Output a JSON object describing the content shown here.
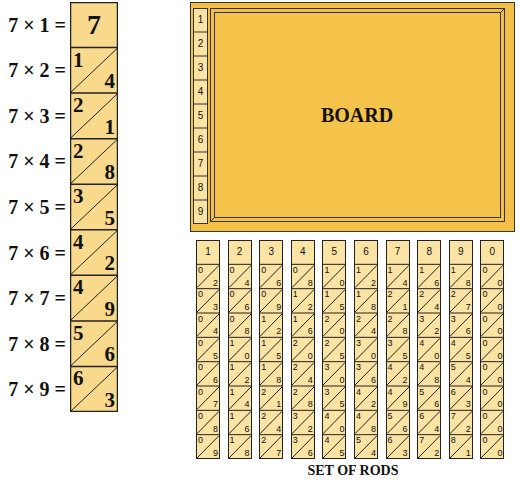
{
  "diagram": {
    "nodes": [
      {
        "text": [
          "7",
          "1",
          "4",
          "2",
          "1",
          "2",
          "8",
          "3",
          "5",
          "4",
          "2",
          "4",
          "9",
          "5",
          "6",
          "6",
          "3"
        ]
      },
      {
        "text": [
          "BOARD"
        ]
      },
      {
        "text": [
          "1",
          "2",
          "3",
          "4",
          "5",
          "6",
          "7",
          "8",
          "9"
        ],
        "in": 1
      },
      {
        "text": [
          "1",
          "0",
          "2",
          "0",
          "3",
          "0",
          "4",
          "0",
          "5",
          "0",
          "6",
          "0",
          "7",
          "0",
          "8",
          "0",
          "9"
        ]
      },
      {
        "text": [
          "2",
          "0",
          "4",
          "0",
          "6",
          "0",
          "8",
          "1",
          "0",
          "1",
          "2",
          "1",
          "4",
          "1",
          "6",
          "1",
          "8"
        ]
      },
      {
        "text": [
          "3",
          "0",
          "6",
          "0",
          "9",
          "1",
          "2",
          "1",
          "5",
          "1",
          "8",
          "2",
          "1",
          "2",
          "4",
          "2",
          "7"
        ]
      },
      {
        "text": [
          "4",
          "0",
          "8",
          "1",
          "2",
          "1",
          "6",
          "2",
          "0",
          "2",
          "4",
          "2",
          "8",
          "3",
          "2",
          "3",
          "6"
        ]
      },
      {
        "text": [
          "5",
          "1",
          "0",
          "1",
          "5",
          "2",
          "0",
          "2",
          "5",
          "3",
          "0",
          "3",
          "5",
          "4",
          "0",
          "4",
          "5"
        ]
      },
      {
        "text": [
          "6",
          "1",
          "2",
          "1",
          "8",
          "2",
          "4",
          "3",
          "0",
          "3",
          "6",
          "4",
          "2",
          "4",
          "8",
          "5",
          "4"
        ]
      },
      {
        "text": [
          "7",
          "1",
          "4",
          "2",
          "1",
          "2",
          "8",
          "3",
          "5",
          "4",
          "2",
          "4",
          "9",
          "5",
          "6",
          "6",
          "3"
        ]
      },
      {
        "text": [
          "8",
          "1",
          "6",
          "2",
          "4",
          "3",
          "2",
          "4",
          "0",
          "4",
          "8",
          "5",
          "6",
          "6",
          "4",
          "7",
          "2"
        ]
      },
      {
        "text": [
          "9",
          "1",
          "8",
          "2",
          "7",
          "3",
          "6",
          "4",
          "5",
          "5",
          "4",
          "6",
          "3",
          "7",
          "2",
          "8",
          "1"
        ]
      },
      {
        "text": [
          "0",
          "0",
          "0",
          "0",
          "0",
          "0",
          "0",
          "0",
          "0",
          "0",
          "0",
          "0",
          "0",
          "0",
          "0",
          "0",
          "0"
        ]
      }
    ],
    "labels": [
      "7 × 1 =",
      "7 × 2 =",
      "7 × 3 =",
      "7 × 4 =",
      "7 × 5 =",
      "7 × 6 =",
      "7 × 7 =",
      "7 × 8 =",
      "7 × 9 =",
      "SET OF RODS"
    ]
  }
}
